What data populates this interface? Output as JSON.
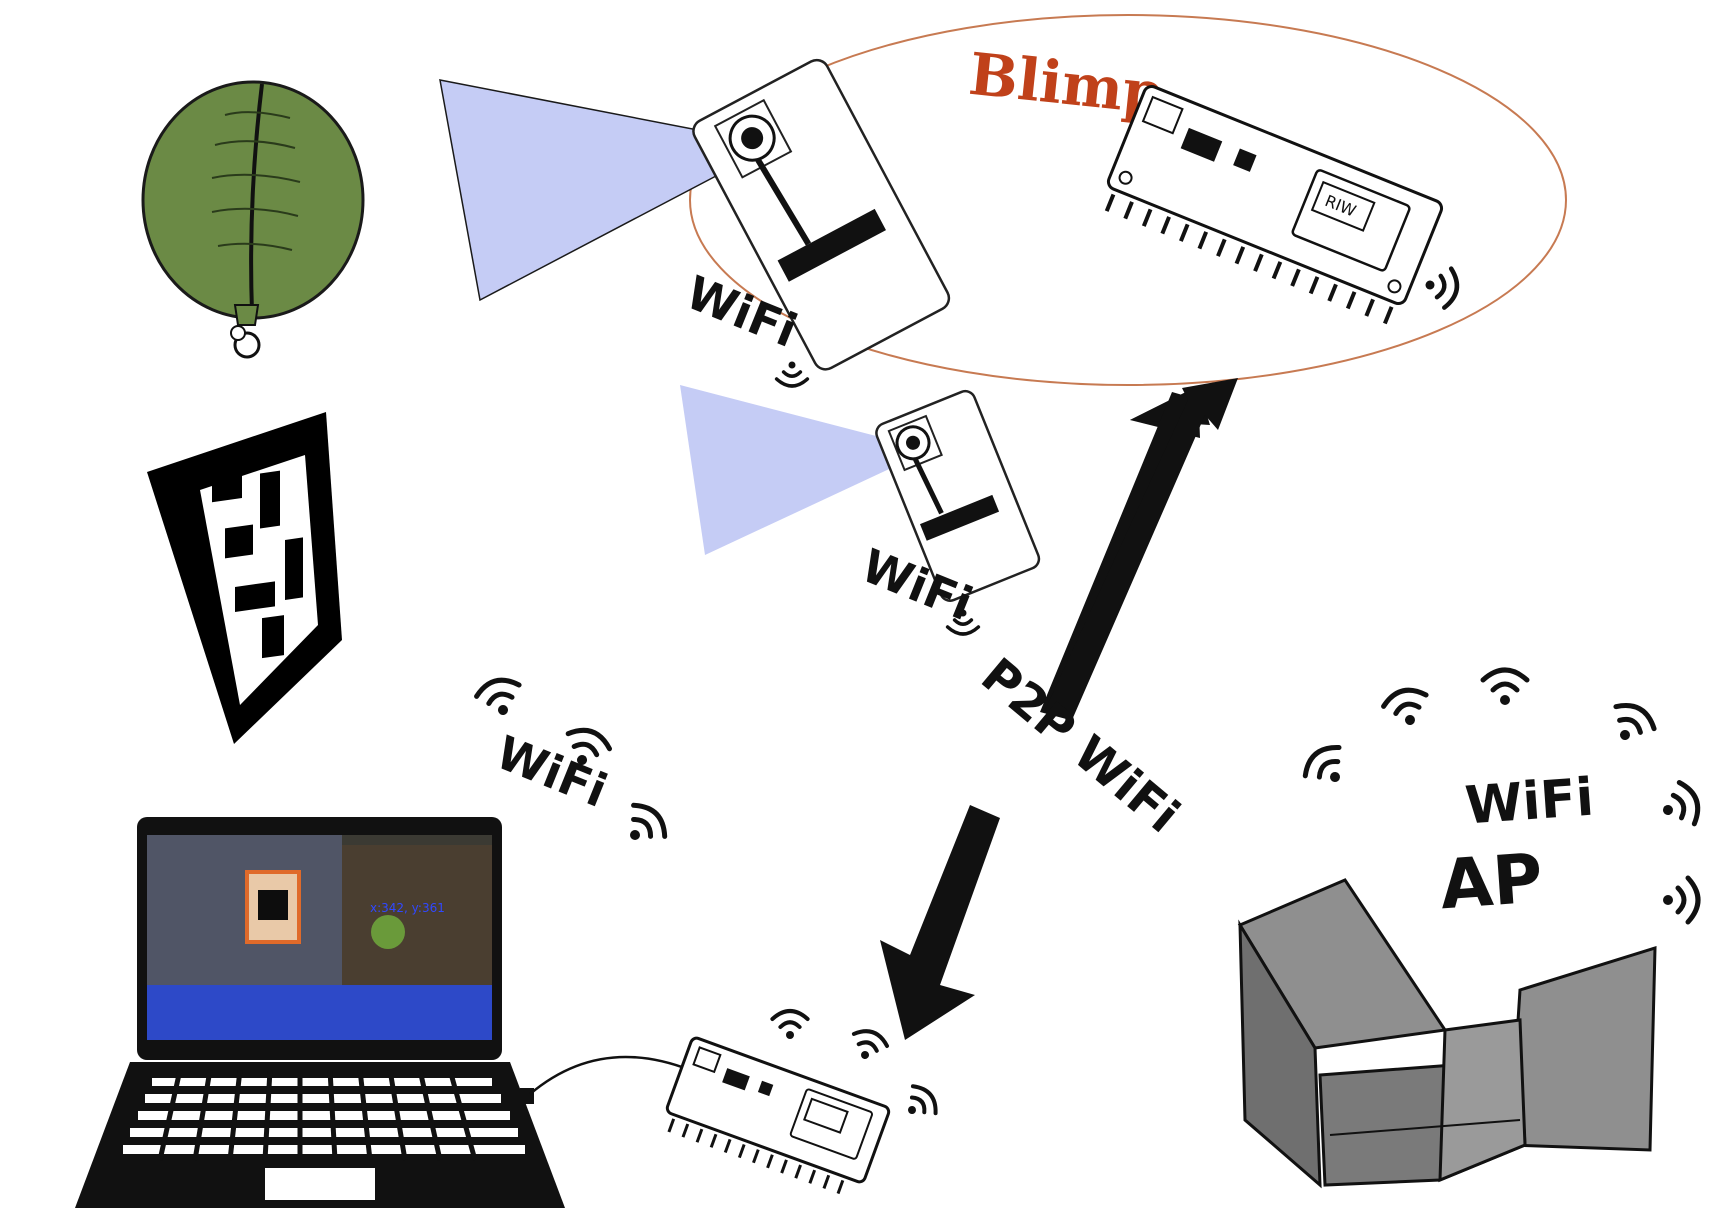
{
  "labels": {
    "blimp": "Blimp",
    "wifi_cam_top": "WiFi",
    "wifi_cam_mid": "WiFi",
    "wifi_laptop": "WiFi",
    "p2p": "P2P WiFi",
    "ap_line1": "WiFi",
    "ap_line2": "AP",
    "overlay_coords": "x:342, y:361",
    "chip_label": "RIW"
  },
  "colors": {
    "balloon": "#6b8a45",
    "balloon_dark": "#3c5327",
    "cone": "#c5ccf5",
    "blimp_ellipse": "#c77a52",
    "blimp_text": "#c0411a",
    "router": "#8f8f8f",
    "router_dark": "#5f5f5f",
    "screen_blue": "#2d49c8"
  },
  "icons": [
    "balloon-icon",
    "aruco-marker-icon",
    "camera-module-icon",
    "microcontroller-icon",
    "laptop-icon",
    "router-icon",
    "wifi-signal-icon",
    "arrow-icon"
  ]
}
